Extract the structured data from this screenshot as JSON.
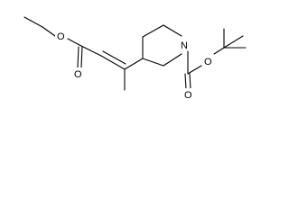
{
  "diagram": {
    "type": "chemical-structure",
    "atom_labels": {
      "ester_ether_oxygen": "O",
      "ester_carbonyl_oxygen": "O",
      "ring_nitrogen": "N",
      "boc_carbonyl_oxygen": "O",
      "boc_ether_oxygen": "O"
    }
  }
}
